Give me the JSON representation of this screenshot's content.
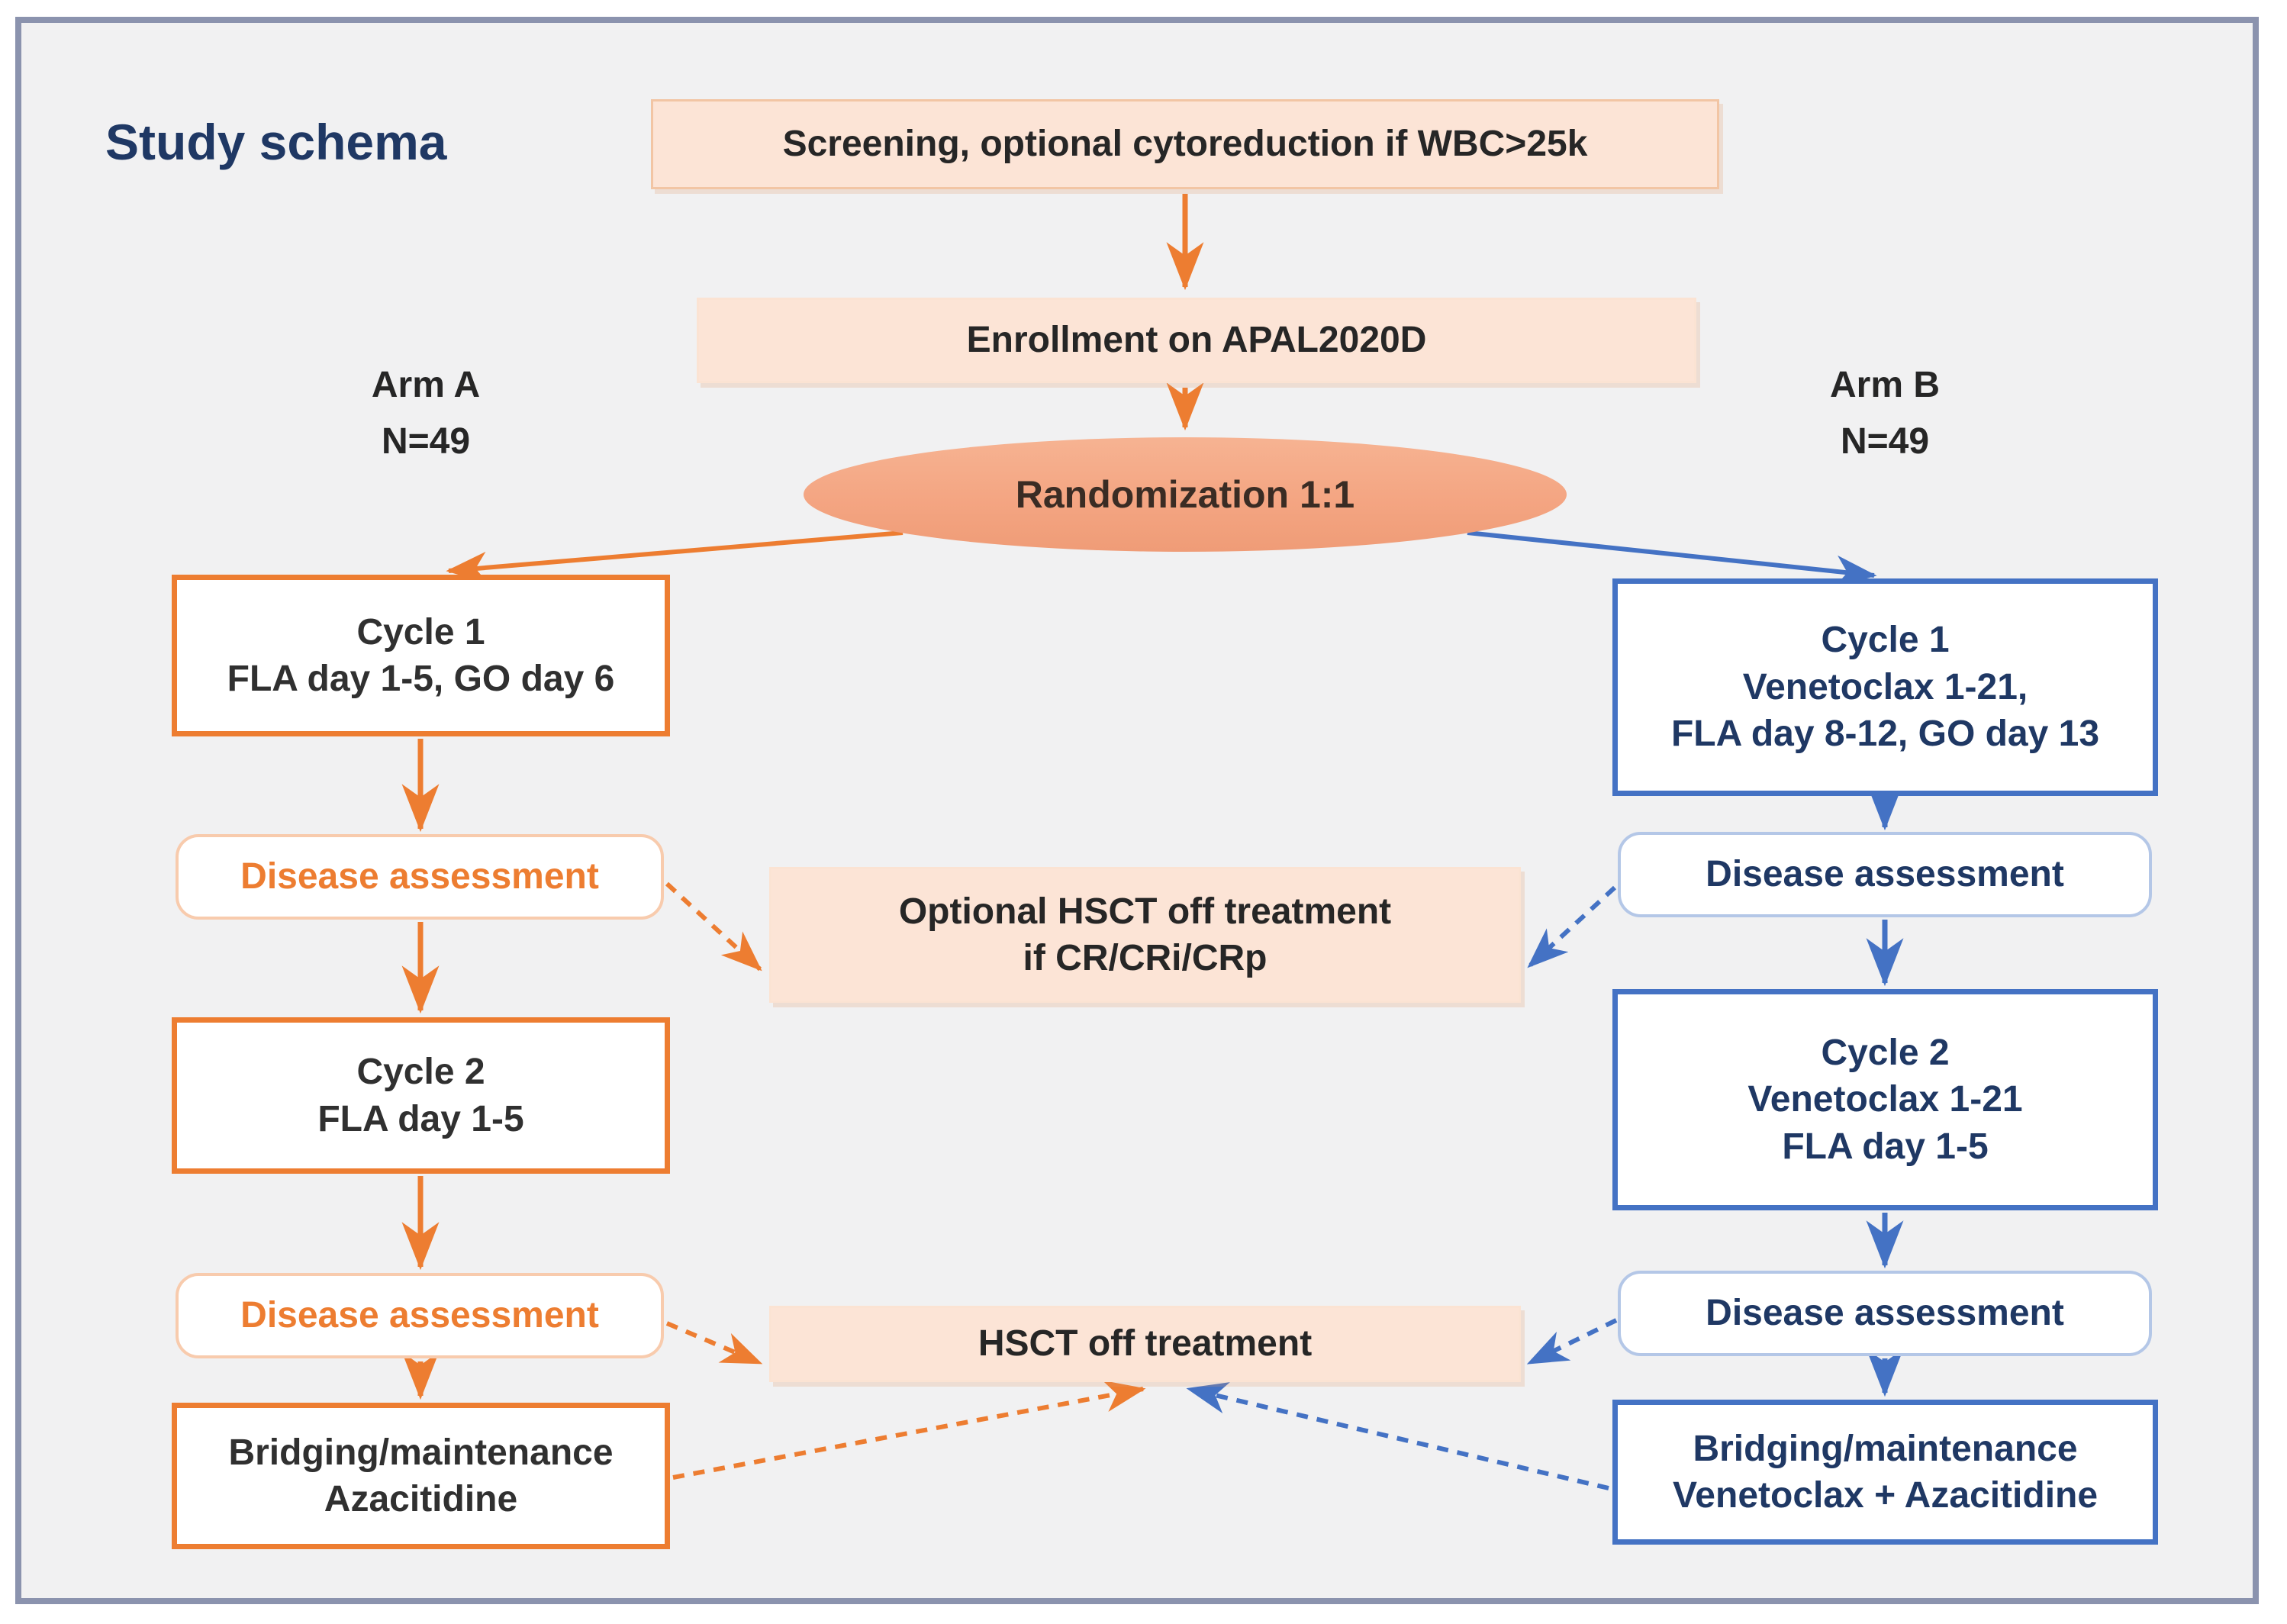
{
  "title": "Study schema",
  "colors": {
    "orange": "#ed7d31",
    "blue": "#4472c4",
    "navy": "#1f3864",
    "peach_fill": "#fce4d6",
    "salmon_fill": "#f4a582",
    "frame": "#8b93ae",
    "text_dark": "#262626",
    "orange_light_border": "#f8cbad",
    "blue_light_border": "#b4c7e7"
  },
  "flow": {
    "screening": "Screening, optional cytoreduction if WBC>25k",
    "enrollment": "Enrollment on APAL2020D",
    "randomization": "Randomization 1:1",
    "optional_hsct_line1": "Optional HSCT off treatment",
    "optional_hsct_line2": "if CR/CRi/CRp",
    "hsct": "HSCT off treatment"
  },
  "arm_a": {
    "label": "Arm A",
    "n": "N=49",
    "cycle1_line1": "Cycle 1",
    "cycle1_line2": "FLA day 1-5, GO day 6",
    "disease_assessment_1": "Disease assessment",
    "cycle2_line1": "Cycle 2",
    "cycle2_line2": "FLA day 1-5",
    "disease_assessment_2": "Disease assessment",
    "bridging_line1": "Bridging/maintenance",
    "bridging_line2": "Azacitidine"
  },
  "arm_b": {
    "label": "Arm B",
    "n": "N=49",
    "cycle1_line1": "Cycle 1",
    "cycle1_line2": "Venetoclax 1-21,",
    "cycle1_line3": "FLA day 8-12, GO day 13",
    "disease_assessment_1": "Disease assessment",
    "cycle2_line1": "Cycle 2",
    "cycle2_line2": "Venetoclax 1-21",
    "cycle2_line3": "FLA day 1-5",
    "disease_assessment_2": "Disease assessment",
    "bridging_line1": "Bridging/maintenance",
    "bridging_line2": "Venetoclax + Azacitidine"
  }
}
